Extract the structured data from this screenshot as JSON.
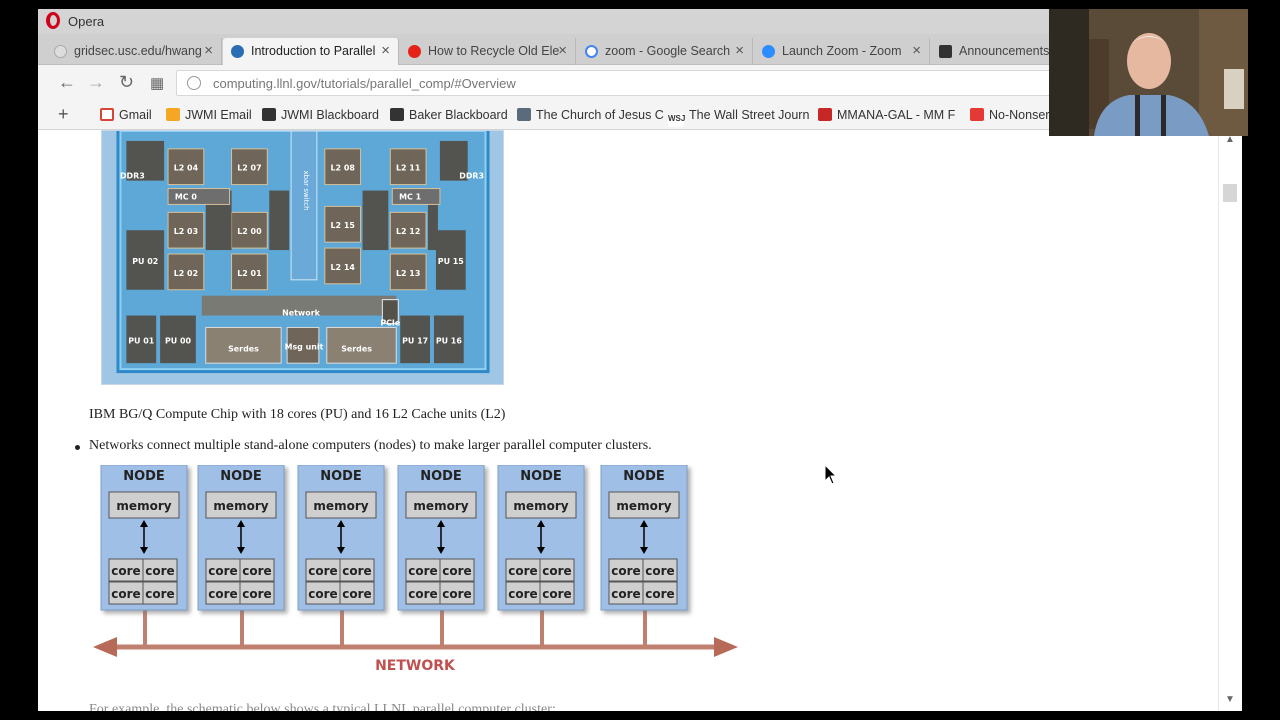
{
  "browser": {
    "app_name": "Opera"
  },
  "tabs": [
    {
      "label": "gridsec.usc.edu/hwang",
      "icon": "page-icon",
      "active": false
    },
    {
      "label": "Introduction to Parallel",
      "icon": "llnl-icon",
      "active": true
    },
    {
      "label": "How to Recycle Old Ele",
      "icon": "youtube-icon",
      "active": false
    },
    {
      "label": "zoom - Google Search",
      "icon": "google-icon",
      "active": false
    },
    {
      "label": "Launch Zoom - Zoom",
      "icon": "zoom-icon",
      "active": false
    },
    {
      "label": "Announcements –",
      "icon": "blackboard-icon",
      "active": false
    }
  ],
  "address": {
    "url": "computing.llnl.gov/tutorials/parallel_comp/#Overview"
  },
  "bookmarks": [
    {
      "label": "+",
      "icon": "add-icon"
    },
    {
      "label": "Gmail",
      "icon": "gmail-icon"
    },
    {
      "label": "JWMI Email",
      "icon": "mail-icon"
    },
    {
      "label": "JWMI Blackboard",
      "icon": "blackboard-icon"
    },
    {
      "label": "Baker Blackboard",
      "icon": "blackboard-icon"
    },
    {
      "label": "The Church of Jesus C",
      "icon": "church-icon"
    },
    {
      "label": "The Wall Street Journ",
      "icon": "wsj-icon"
    },
    {
      "label": "MMANA-GAL - MM F",
      "icon": "mmana-icon"
    },
    {
      "label": "No-Nonser",
      "icon": "bookmark-icon"
    }
  ],
  "chip": {
    "caption": "IBM BG/Q Compute Chip with 18 cores (PU) and 16 L2 Cache units (L2)",
    "labels": {
      "ddr3_left": "DDR3",
      "ddr3_right": "DDR3",
      "mc0": "MC 0",
      "mc1": "MC 1",
      "xbar": "xbar switch",
      "network": "Network",
      "serdes_left": "Serdes",
      "serdes_right": "Serdes",
      "msg_unit": "Msg unit",
      "pcie": "PCIe",
      "l2_left": [
        "L2 04",
        "L2 07",
        "L2 03",
        "L2 00",
        "L2 02",
        "L2 01"
      ],
      "l2_right": [
        "L2 08",
        "L2 11",
        "L2 15",
        "L2 12",
        "L2 14",
        "L2 13"
      ],
      "pu": [
        "PU 02",
        "PU 01",
        "PU 00",
        "PU 15",
        "PU 17",
        "PU 16"
      ]
    }
  },
  "bullet": {
    "text": "Networks connect multiple stand-alone computers (nodes) to make larger parallel computer clusters."
  },
  "network_diagram": {
    "node_title": "NODE",
    "memory_label": "memory",
    "core_label": "core",
    "node_count": 6,
    "network_label": "NETWORK"
  },
  "bottom_text": "For example, the schematic below shows a typical LLNL parallel computer cluster:"
}
